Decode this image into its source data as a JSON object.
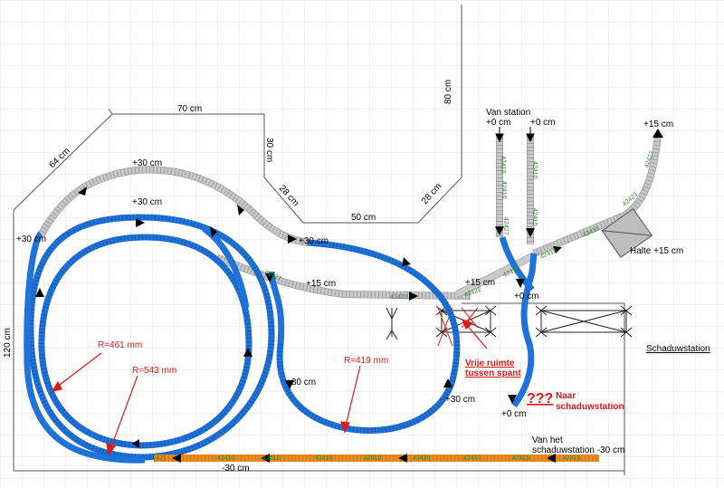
{
  "labels": {
    "dim_70": "70 cm",
    "dim_64": "64 cm",
    "dim_30": "30 cm",
    "dim_80": "80 cm",
    "dim_28_left": "28 cm",
    "dim_50": "50 cm",
    "dim_28_right": "28 cm",
    "dim_120": "120 cm",
    "van_station": "Van station",
    "zero_a": "+0 cm",
    "zero_b": "+0 cm",
    "plus15_top": "+15 cm",
    "halte": "Halte +15 cm",
    "plus15_mid": "+15 cm",
    "plus15_left": "+15 cm",
    "zero_c": "+0 cm",
    "plus30_top": "+30 cm",
    "plus30_a": "+30 cm",
    "plus30_left": "+30 cm",
    "plus30_b": "+30 cm",
    "plus30_c": "+30 cm",
    "plus30_d": "+30 cm",
    "zero_d": "+0 cm",
    "schaduwstation": "Schaduwstation",
    "r461": "R=461 mm",
    "r543": "R=543 mm",
    "r419": "R=419 mm",
    "vrije_1": "Vrije ruimte",
    "vrije_2": "tussen spant",
    "qqq": "???",
    "naar_1": "Naar",
    "naar_2": "schaduwstation",
    "van_het": "Van het",
    "van_het_2": "schaduwstation -30 cm",
    "minus30": "-30 cm"
  },
  "codes": {
    "c1": "42410",
    "c2": "42410",
    "c3": "42427",
    "c4": "42410",
    "c5": "42410",
    "c6": "42410",
    "c7": "42423",
    "c8": "42427",
    "c9": "42410",
    "c10": "42420",
    "c11": "42422",
    "c12": "42427",
    "c13": "42423",
    "c14": "(42)",
    "b1": "42410",
    "b2": "42410",
    "b3": "42410",
    "b4": "42410",
    "b5": "42410",
    "b6": "42410",
    "b7": "42410",
    "b8": "42410",
    "b9": "42410",
    "b10": "42410",
    "b11": "42410"
  },
  "colors": {
    "track_blue": "#1e72d8",
    "track_grey": "#c9c9c9",
    "track_orange": "#f08a1c",
    "annotation_red": "#e01818"
  }
}
